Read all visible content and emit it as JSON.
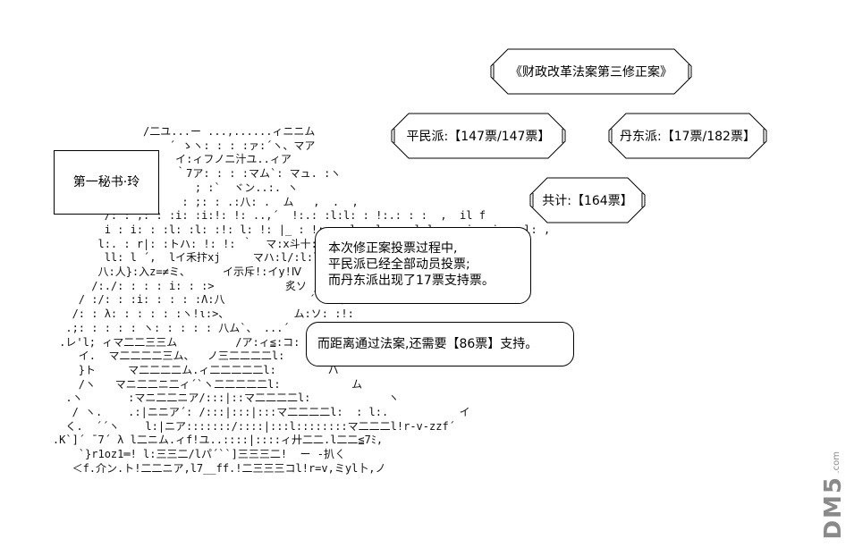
{
  "title_box": {
    "text": "《财政改革法案第三修正案》"
  },
  "pingmin": {
    "text": "平民派:【147票/147票】"
  },
  "dandong": {
    "text": "丹东派:【17票/182票】"
  },
  "total": {
    "text": "共计:【164票】"
  },
  "secretary": {
    "text": "第一秘书·玲"
  },
  "bubble1": {
    "lines": [
      "本次修正案投票过程中,",
      "平民派已经全部动员投票;",
      "而丹东派出现了17票支持票。"
    ]
  },
  "bubble2": {
    "text": "而距离通过法案,还需要【86票】支持。"
  },
  "watermark": {
    "text": "DM5",
    "sub": ".com"
  }
}
